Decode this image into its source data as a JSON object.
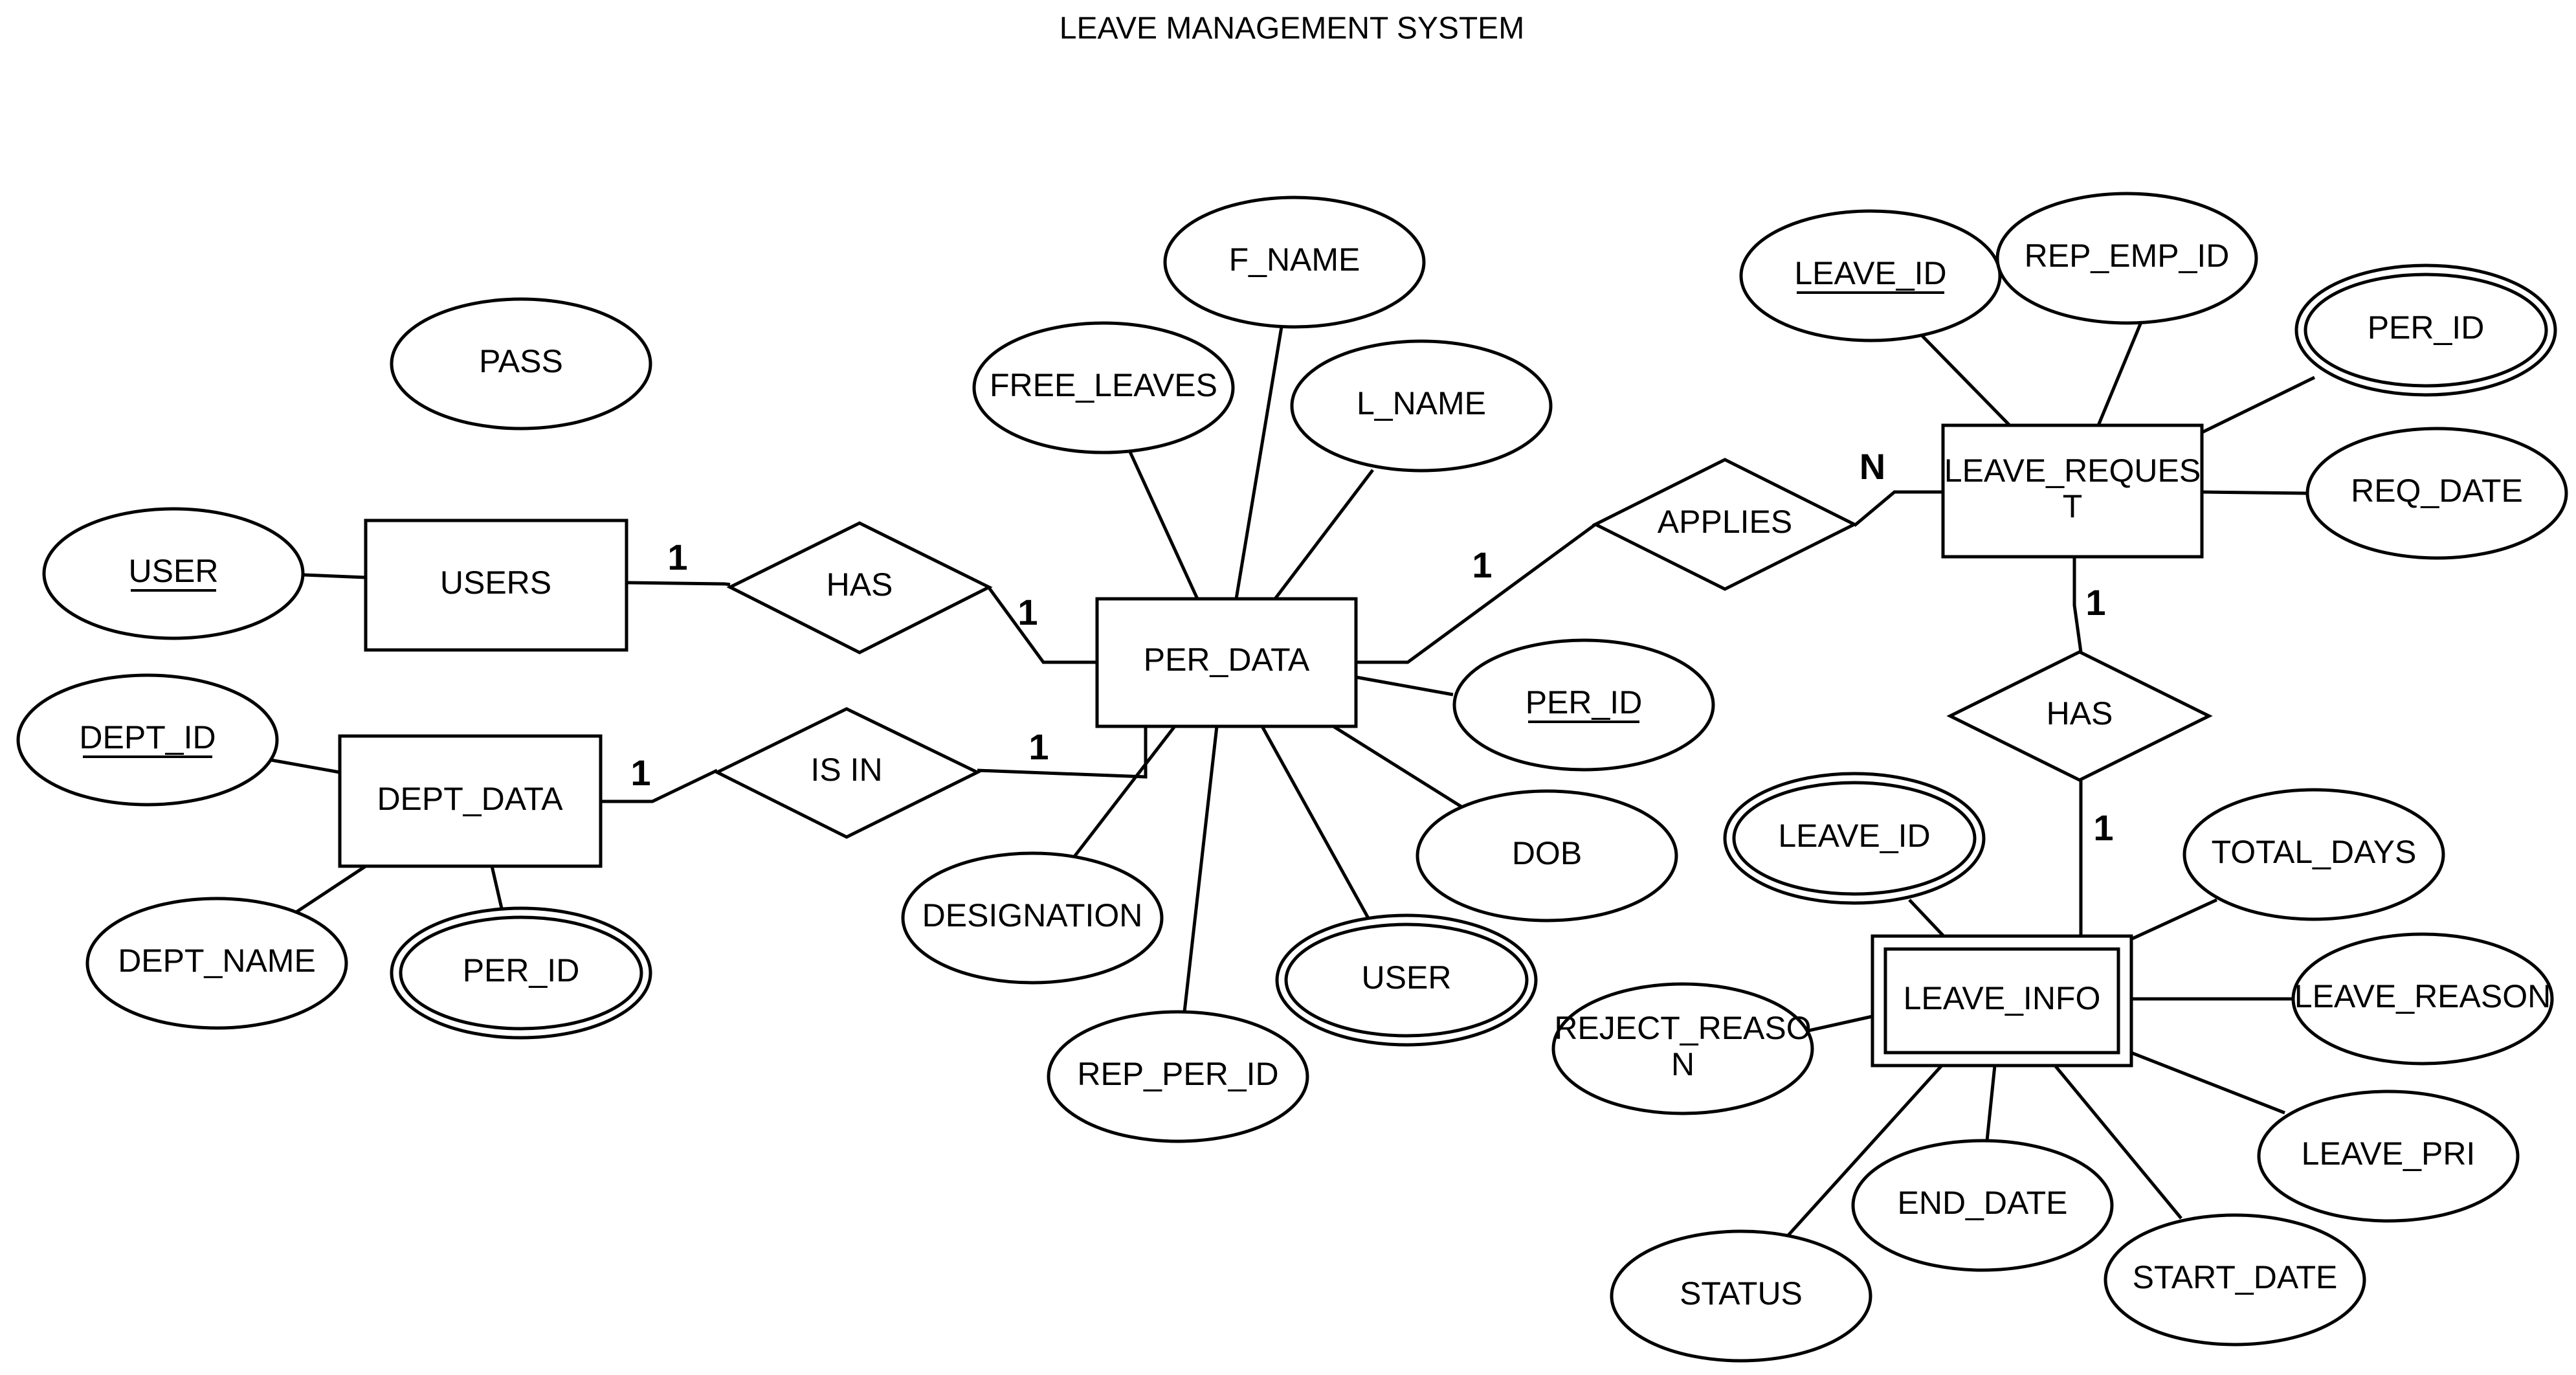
{
  "title": "LEAVE MANAGEMENT SYSTEM",
  "entities": {
    "users": "USERS",
    "per_data": "PER_DATA",
    "dept_data": "DEPT_DATA",
    "leave_request_line1": "LEAVE_REQUES",
    "leave_request_line2": "T",
    "leave_info": "LEAVE_INFO"
  },
  "relationships": {
    "has_users": "HAS",
    "applies": "APPLIES",
    "is_in": "IS IN",
    "has_leave": "HAS"
  },
  "attributes": {
    "pass": "PASS",
    "user_key": "USER",
    "dept_id": "DEPT_ID",
    "dept_name": "DEPT_NAME",
    "dept_per_id": "PER_ID",
    "free_leaves": "FREE_LEAVES",
    "f_name": "F_NAME",
    "l_name": "L_NAME",
    "per_id_key": "PER_ID",
    "dob": "DOB",
    "per_user": "USER",
    "rep_per_id": "REP_PER_ID",
    "designation": "DESIGNATION",
    "leave_id_key": "LEAVE_ID",
    "rep_emp_id": "REP_EMP_ID",
    "req_per_id": "PER_ID",
    "req_date": "REQ_DATE",
    "info_leave_id": "LEAVE_ID",
    "total_days": "TOTAL_DAYS",
    "leave_reason": "LEAVE_REASON",
    "leave_pri": "LEAVE_PRI",
    "start_date": "START_DATE",
    "end_date": "END_DATE",
    "status": "STATUS",
    "reject_reason_line1": "REJECT_REASO",
    "reject_reason_line2": "N"
  },
  "cardinalities": {
    "users_has": "1",
    "has_per": "1",
    "per_applies": "1",
    "applies_req": "N",
    "dept_isin": "1",
    "isin_per": "1",
    "req_has": "1",
    "has_info": "1"
  }
}
